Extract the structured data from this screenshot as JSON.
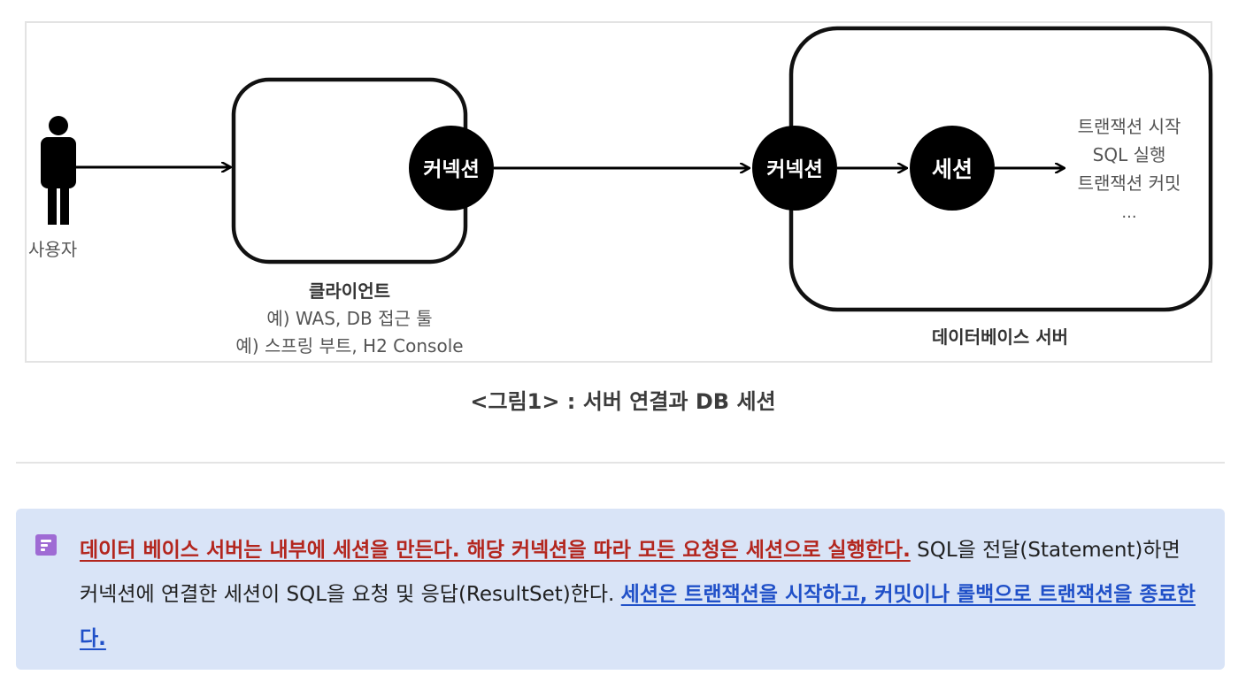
{
  "diagram": {
    "user_label": "사용자",
    "client_connection_label": "커넥션",
    "db_connection_label": "커넥션",
    "session_label": "세션",
    "client_title": "클라이언트",
    "client_example_1": "예) WAS, DB 접근 툴",
    "client_example_2": "예) 스프링 부트, H2 Console",
    "db_title": "데이터베이스 서버",
    "session_actions": [
      "트랜잭션 시작",
      "SQL 실행",
      "트랜잭션 커밋",
      "..."
    ]
  },
  "caption": "<그림1> : 서버 연결과 DB 세션",
  "callout": {
    "icon": "document-icon",
    "segment_1": "데이터 베이스 서버는 내부에 세션을 만든다. 해당 커넥션을 따라 모든 요청은 세션으로 실행한다.",
    "segment_2": " SQL을 전달(Statement)하면 커넥션에 연결한 세션이 SQL을 요청 및 응답(ResultSet)한다. ",
    "segment_3": "세션은 트랜잭션을 시작하고, 커밋이나 롤백으로 트랜잭션을 종료한다."
  },
  "colors": {
    "node_fill": "#000000",
    "node_text": "#ffffff",
    "callout_bg": "#d9e4f7",
    "highlight_red": "#b3261e",
    "highlight_blue": "#2050c8",
    "icon_purple": "#9f6bd4"
  }
}
